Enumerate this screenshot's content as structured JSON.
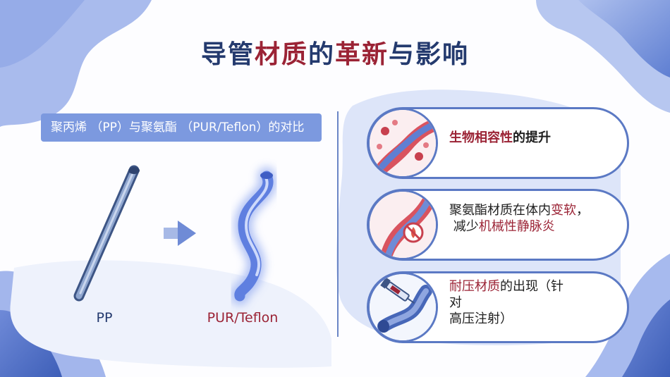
{
  "slide": {
    "title": {
      "part1": "导管",
      "part2": "材质",
      "part3": "的",
      "part4": "革新",
      "part5": "与影响"
    },
    "compare_label": "聚丙烯 （PP）与聚氨酯 （PUR/Teflon）的对比",
    "pp_caption": "PP",
    "pur_caption": "PUR/Teflon",
    "cards": [
      {
        "red": "生物相容性",
        "black": "的提升"
      },
      {
        "line1": "聚氨酯材质在体内",
        "line1_red": "变软",
        "line1_end": "，",
        "line2_pre": "减少",
        "line2_red": "机械性静脉炎"
      },
      {
        "red": "耐压材质",
        "black": "的出现（针",
        "line2": "对",
        "line3": "高压注射）"
      }
    ],
    "colors": {
      "navy": "#243a6e",
      "accent_red": "#9b2335",
      "blue": "#5b79c4",
      "label_bg": "#7c99df"
    }
  }
}
